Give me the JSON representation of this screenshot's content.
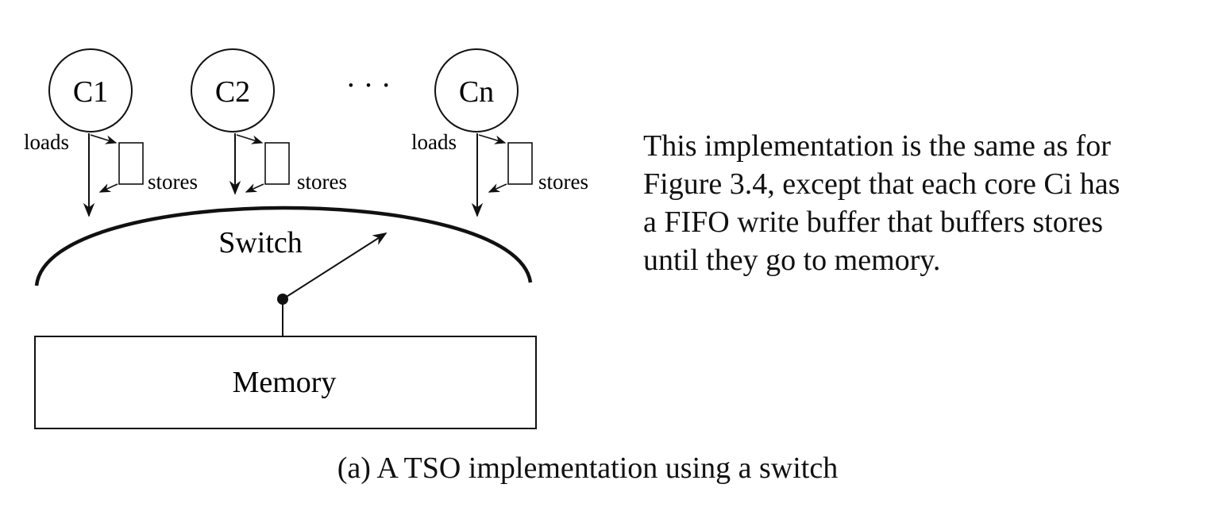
{
  "cores": [
    {
      "label": "C1",
      "loads_label": "loads",
      "stores_label": "stores"
    },
    {
      "label": "C2",
      "loads_label": "",
      "stores_label": "stores"
    },
    {
      "label": "Cn",
      "loads_label": "loads",
      "stores_label": "stores"
    }
  ],
  "ellipsis": "· · ·",
  "switch_label": "Switch",
  "memory_label": "Memory",
  "description_lines": [
    "This implementation is the same as for",
    "Figure 3.4, except that each core Ci has",
    "a FIFO write buffer that buffers stores",
    "until they go to memory."
  ],
  "caption": "(a) A TSO implementation using a switch"
}
